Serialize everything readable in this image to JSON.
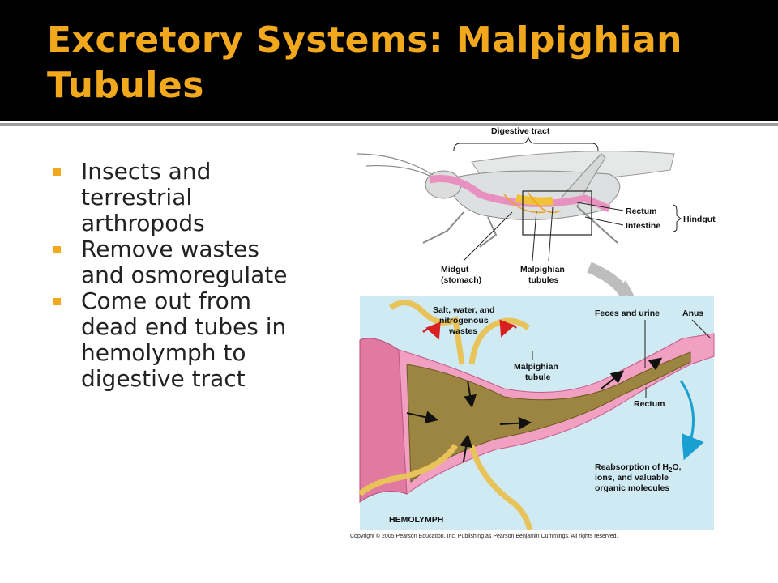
{
  "slide": {
    "title": "Excretory Systems: Malpighian Tubules",
    "bullets": [
      "Insects and terrestrial arthropods",
      "Remove wastes and osmoregulate",
      "Come out from dead end tubes in hemolymph to digestive tract"
    ]
  },
  "figure": {
    "top_labels": {
      "digestive_tract": "Digestive tract",
      "rectum": "Rectum",
      "intestine": "Intestine",
      "hindgut": "Hindgut",
      "midgut": "Midgut",
      "midgut_sub": "(stomach)",
      "malpighian": "Malpighian",
      "malpighian_sub": "tubules"
    },
    "bottom_labels": {
      "salt_1": "Salt, water, and",
      "salt_2": "nitrogenous",
      "salt_3": "wastes",
      "feces": "Feces and urine",
      "anus": "Anus",
      "tubule_1": "Malpighian",
      "tubule_2": "tubule",
      "rectum": "Rectum",
      "reabs_1": "Reabsorption of H",
      "reabs_sub": "2",
      "reabs_1b": "O,",
      "reabs_2": "ions, and valuable",
      "reabs_3": "organic molecules",
      "hemolymph": "HEMOLYMPH"
    },
    "copyright": "Copyright © 2005 Pearson Education, Inc. Publishing as Pearson Benjamin Cummings. All rights reserved."
  }
}
